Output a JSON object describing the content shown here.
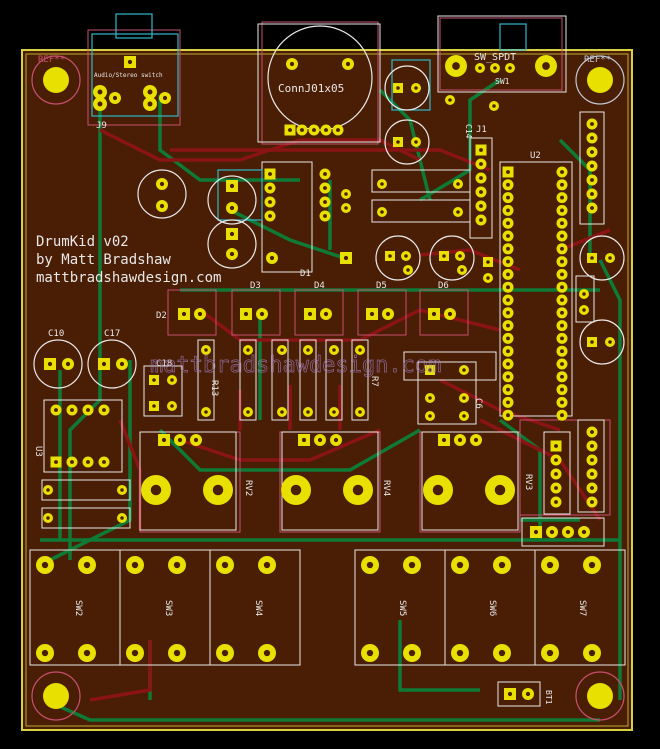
{
  "colors": {
    "background": "#000000",
    "copper": "#4a1d05",
    "edge": "#d8d040",
    "pad": "#e8e000",
    "trace_front": "#8a1414",
    "trace_back": "#0e7a36",
    "silk": "#e8e8e8",
    "courtyard": "#c85070",
    "fab": "#a080c0",
    "cyan": "#30b8c8"
  },
  "silk_text": {
    "title_line1": "DrumKid v02",
    "title_line2": "by Matt Bradshaw",
    "title_line3": "mattbradshawdesign.com",
    "ghost_text": "mattbradshawdesign.com"
  },
  "labels": {
    "j9": "J9",
    "j9_top": "Audio/Stereo switch",
    "conn": "ConnJ01x05",
    "sw_spdt": "SW_SPDT",
    "sw1": "SW1",
    "c14": "C14",
    "j1": "J1",
    "u2": "U2",
    "d1": "D1",
    "d2": "D2",
    "d3": "D3",
    "d4": "D4",
    "d5": "D5",
    "d6": "D6",
    "c10": "C10",
    "c17": "C17",
    "c18": "C18",
    "u3": "U3",
    "r13": "R13",
    "r7": "R7",
    "c6": "C6",
    "rv2": "RV2",
    "rv4": "RV4",
    "rv3": "RV3",
    "sw2": "SW2",
    "sw3": "SW3",
    "sw4": "SW4",
    "sw5": "SW5",
    "sw6": "SW6",
    "sw7": "SW7",
    "bt1": "BT1",
    "ref_tl": "REF**",
    "ref_tr": "REF**"
  }
}
